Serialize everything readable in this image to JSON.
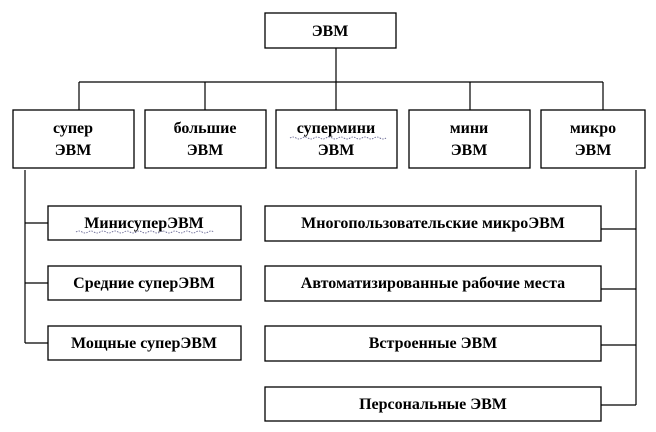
{
  "root": {
    "label": "ЭВМ"
  },
  "categories": [
    {
      "line1": "супер",
      "line2": "ЭВМ"
    },
    {
      "line1": "большие",
      "line2": "ЭВМ"
    },
    {
      "line1": "супермини",
      "line2": "ЭВМ"
    },
    {
      "line1": "мини",
      "line2": "ЭВМ"
    },
    {
      "line1": "микро",
      "line2": "ЭВМ"
    }
  ],
  "super_children": [
    "МинисуперЭВМ",
    "Средние суперЭВМ",
    "Мощные суперЭВМ"
  ],
  "micro_children": [
    "Многопользовательские микроЭВМ",
    "Автоматизированные рабочие места",
    "Встроенные ЭВМ",
    "Персональные ЭВМ"
  ]
}
